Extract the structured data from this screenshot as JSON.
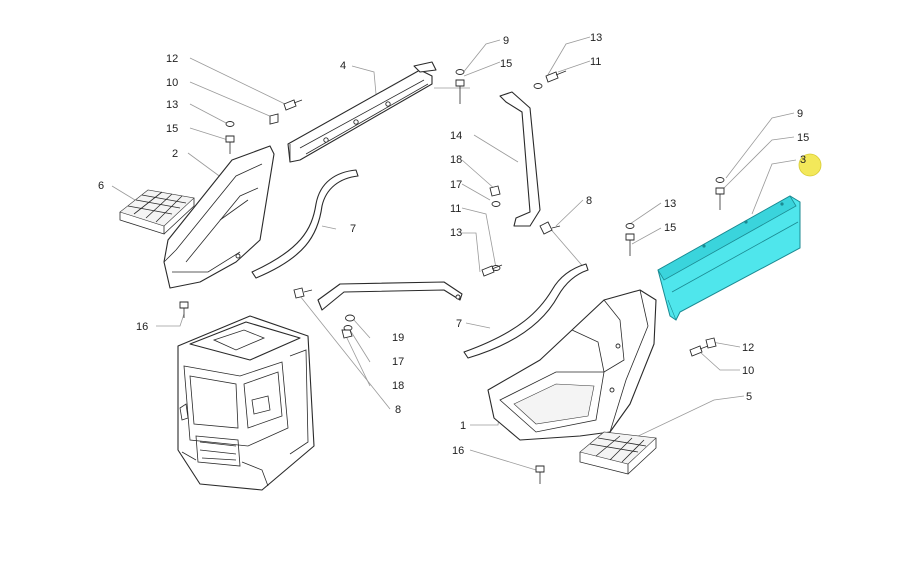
{
  "diagram": {
    "callouts": {
      "c12a": "12",
      "c10a": "10",
      "c13a": "13",
      "c15a": "15",
      "c2": "2",
      "c6": "6",
      "c16a": "16",
      "c4": "4",
      "c7a": "7",
      "c19": "19",
      "c17a": "17",
      "c18a": "18",
      "c8a": "8",
      "c9a": "9",
      "c15b": "15",
      "c14": "14",
      "c18b": "18",
      "c17b": "17",
      "c11a": "11",
      "c13b": "13",
      "c13c": "13",
      "c11b": "11",
      "c8b": "8",
      "c7b": "7",
      "c1": "1",
      "c16b": "16",
      "c13d": "13",
      "c15c": "15",
      "c9b": "9",
      "c15d": "15",
      "c3": "3",
      "c12b": "12",
      "c10b": "10",
      "c5": "5"
    },
    "highlighted_part": "3",
    "colors": {
      "highlight": "#4fe6ec",
      "marker": "#f3e85a"
    }
  }
}
